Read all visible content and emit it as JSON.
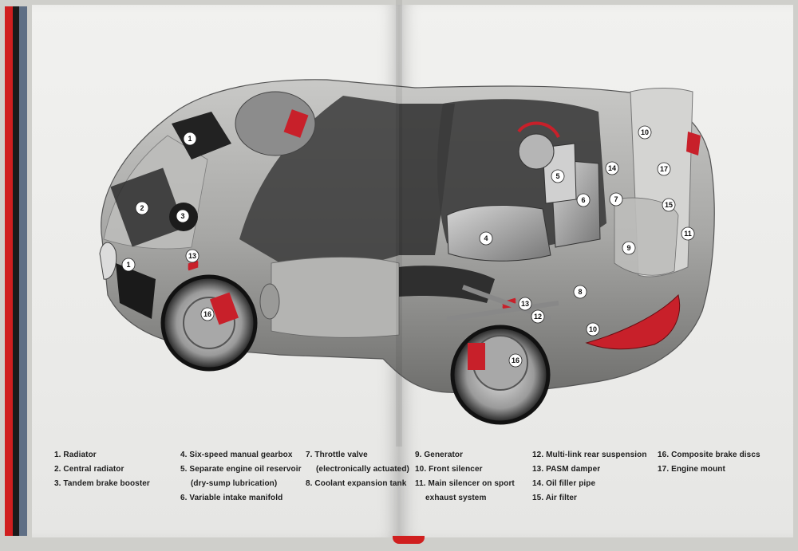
{
  "diagram": {
    "markers": [
      {
        "num": "1"
      },
      {
        "num": "2"
      },
      {
        "num": "3"
      },
      {
        "num": "1"
      },
      {
        "num": "13"
      },
      {
        "num": "16"
      },
      {
        "num": "5"
      },
      {
        "num": "6"
      },
      {
        "num": "4"
      },
      {
        "num": "10"
      },
      {
        "num": "14"
      },
      {
        "num": "17"
      },
      {
        "num": "7"
      },
      {
        "num": "15"
      },
      {
        "num": "11"
      },
      {
        "num": "9"
      },
      {
        "num": "8"
      },
      {
        "num": "13"
      },
      {
        "num": "12"
      },
      {
        "num": "10"
      },
      {
        "num": "16"
      }
    ]
  },
  "legend": {
    "columns": [
      {
        "items": [
          {
            "text": "1. Radiator"
          },
          {
            "text": "2. Central radiator"
          },
          {
            "text": "3. Tandem brake booster"
          }
        ]
      },
      {
        "items": [
          {
            "text": "4. Six-speed manual gearbox"
          },
          {
            "text": "5. Separate engine oil reservoir",
            "cont": "(dry-sump lubrication)"
          },
          {
            "text": "6. Variable intake manifold"
          }
        ]
      },
      {
        "items": [
          {
            "text": "7. Throttle valve",
            "cont": "(electronically actuated)"
          },
          {
            "text": "8. Coolant expansion tank"
          }
        ]
      },
      {
        "items": [
          {
            "text": "9. Generator"
          },
          {
            "text": "10. Front silencer"
          },
          {
            "text": "11. Main silencer on sport",
            "cont": "exhaust system"
          }
        ]
      },
      {
        "items": [
          {
            "text": "12. Multi-link rear suspension"
          },
          {
            "text": "13. PASM damper"
          },
          {
            "text": "14. Oil filler pipe"
          },
          {
            "text": "15. Air filter"
          }
        ]
      },
      {
        "items": [
          {
            "text": "16. Composite brake discs"
          },
          {
            "text": "17. Engine mount"
          }
        ]
      }
    ]
  },
  "colors": {
    "spine_red": "#d01f1f",
    "page": "#ededeb",
    "car_body": "#a9a9a7",
    "brake_red": "#c8202a"
  }
}
